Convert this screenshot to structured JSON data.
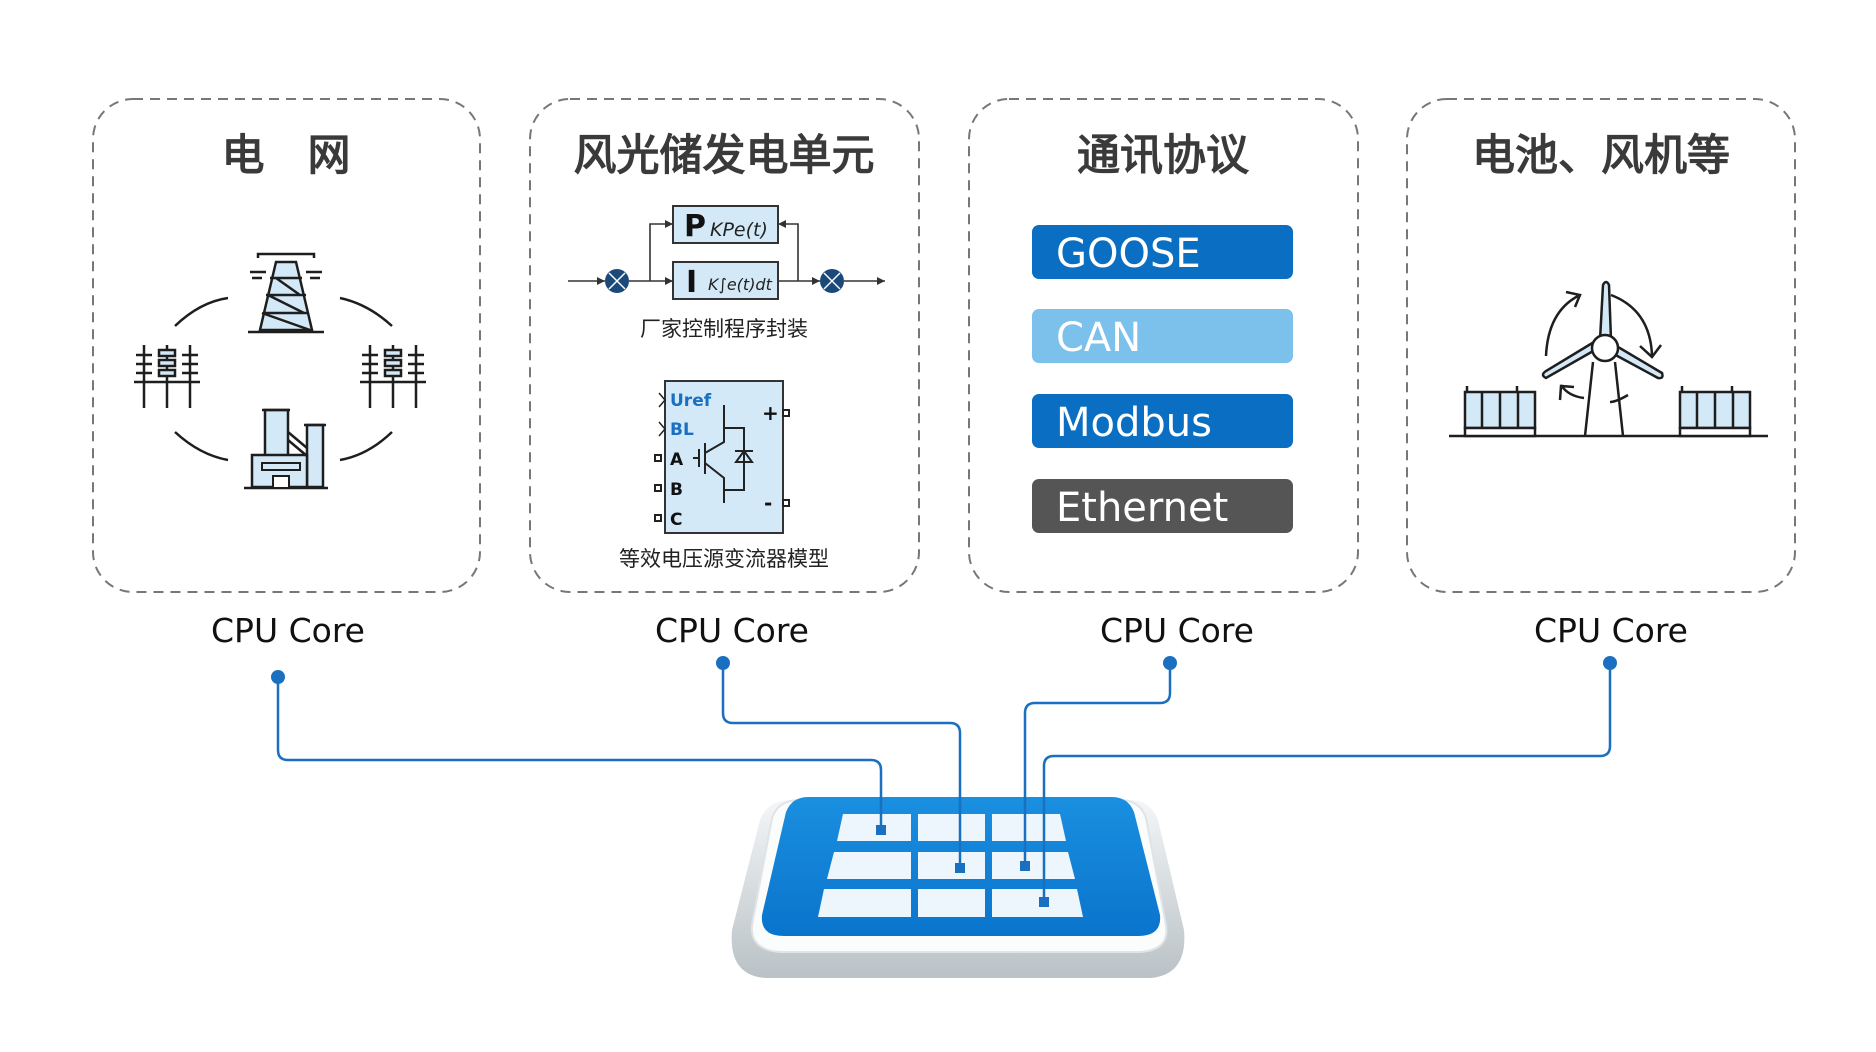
{
  "panels": [
    {
      "title": "电　网",
      "core_label": "CPU Core"
    },
    {
      "title": "风光储发电单元",
      "core_label": "CPU Core",
      "pi_block": {
        "p_label": "P",
        "p_formula": "KPe(t)",
        "i_label": "I",
        "i_formula": "K∫e(t)dt",
        "caption": "厂家控制程序封装"
      },
      "converter": {
        "ports_left": [
          "Uref",
          "BL",
          "A",
          "B",
          "C"
        ],
        "ports_right": [
          "+",
          "-"
        ],
        "caption": "等效电压源变流器模型"
      }
    },
    {
      "title": "通讯协议",
      "core_label": "CPU Core",
      "protocols": [
        {
          "label": "GOOSE",
          "color": "#0a6fc2"
        },
        {
          "label": "CAN",
          "color": "#7cc0ec"
        },
        {
          "label": "Modbus",
          "color": "#0a6fc2"
        },
        {
          "label": "Ethernet",
          "color": "#555555"
        }
      ]
    },
    {
      "title": "电池、风机等",
      "core_label": "CPU Core"
    }
  ],
  "colors": {
    "accent": "#1a6fc0",
    "chip": "#0a84d8",
    "icon_fill": "#d4e9f7",
    "border": "#777777"
  }
}
